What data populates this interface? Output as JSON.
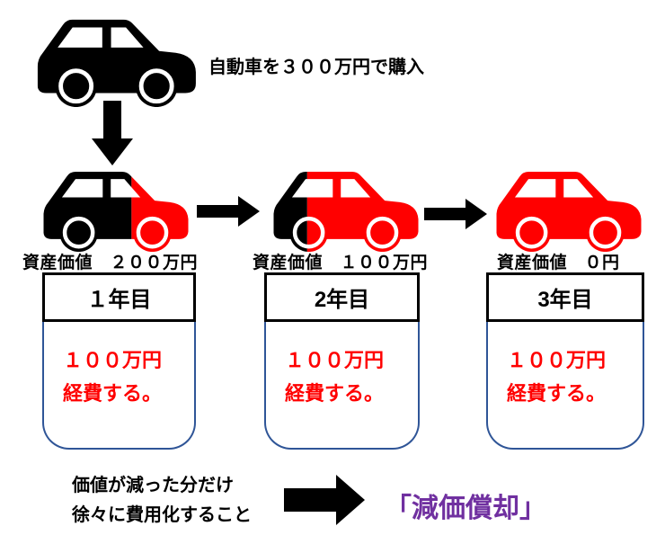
{
  "colors": {
    "car_red": "#ff0000",
    "expense_red": "#ff0000",
    "box_blue": "#2f5597",
    "term_purple": "#7030a0",
    "ink_black": "#000000"
  },
  "top": {
    "caption": "自動車を３００万円で購入"
  },
  "stages": [
    {
      "asset_label": "資産価値　２００万円",
      "year": "１年目",
      "expense_line1": "１００万円",
      "expense_line2": "経費する。"
    },
    {
      "asset_label": "資産価値　１００万円",
      "year": "2年目",
      "expense_line1": "１００万円",
      "expense_line2": "経費する。"
    },
    {
      "asset_label": "資産価値　０円",
      "year": "3年目",
      "expense_line1": "１００万円",
      "expense_line2": "経費する。"
    }
  ],
  "footer": {
    "line1": "価値が減った分だけ",
    "line2": "徐々に費用化すること",
    "term": "「減価償却」"
  }
}
